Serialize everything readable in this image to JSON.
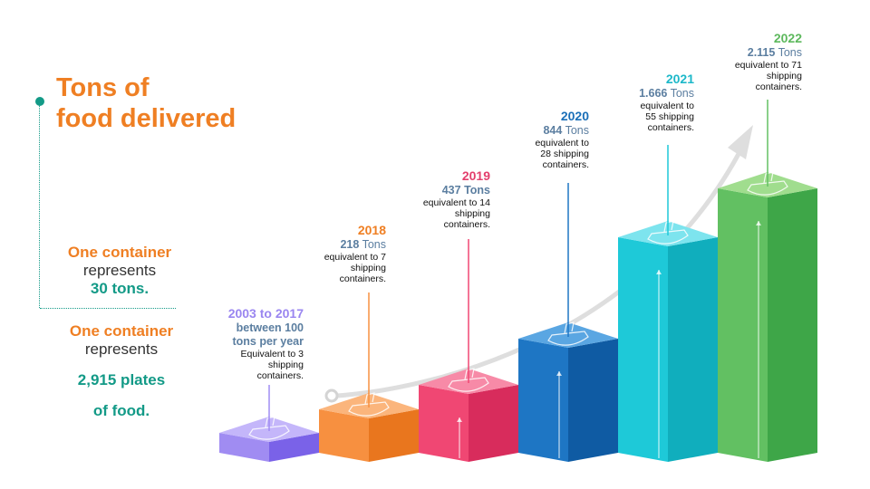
{
  "header": {
    "title_line1": "Tons of",
    "title_line2": "food delivered"
  },
  "notes": {
    "n1": {
      "line1": "One container",
      "line2": "represents",
      "line3": "30 tons."
    },
    "n2": {
      "line1": "One container",
      "line2": "represents",
      "line3": "2,915 plates",
      "line4": "of food."
    }
  },
  "colors": {
    "orange": "#ef7f23",
    "teal": "#139a87",
    "purple": "#a08cf2",
    "coral": "#f79040",
    "pink": "#f04773",
    "blue": "#1e76c4",
    "cyan": "#1ec9d8",
    "green": "#62c062"
  },
  "chart_data": {
    "type": "bar",
    "categories": [
      "2003 to 2017",
      "2018",
      "2019",
      "2020",
      "2021",
      "2022"
    ],
    "values": [
      100,
      218,
      437,
      844,
      1666,
      2115
    ],
    "ylabel": "Tons",
    "labels": [
      {
        "year": "2003 to 2017",
        "amount": "between 100",
        "unit": "tons per year",
        "desc": [
          "Equivalent to 3",
          "shipping",
          "containers."
        ]
      },
      {
        "year": "2018",
        "amount": "218",
        "unit": "Tons",
        "desc": [
          "equivalent to 7",
          "shipping",
          "containers."
        ]
      },
      {
        "year": "2019",
        "amount": "437",
        "unit": "Tons",
        "desc": [
          "equivalent to 14",
          "shipping",
          "containers."
        ]
      },
      {
        "year": "2020",
        "amount": "844",
        "unit": "Tons",
        "desc": [
          "equivalent to",
          "28 shipping",
          "containers."
        ]
      },
      {
        "year": "2021",
        "amount": "1.666",
        "unit": "Tons",
        "desc": [
          "equivalent to",
          "55 shipping",
          "containers."
        ]
      },
      {
        "year": "2022",
        "amount": "2.115",
        "unit": "Tons",
        "desc": [
          "equivalent to 71",
          "shipping",
          "containers."
        ]
      }
    ]
  }
}
